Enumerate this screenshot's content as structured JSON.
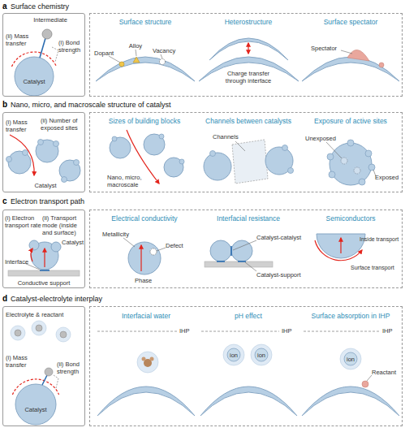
{
  "diagram": {
    "nodes": [
      {
        "text": [
          "Intermediate",
          "(ii) Mass transfer",
          "(i) Bond strength",
          "Catalyst"
        ]
      },
      {
        "text": [
          "Surface structure",
          "Heterostructure",
          "Surface spectator",
          "Dopant",
          "Alloy",
          "Vacancy",
          "Charge transfer through interface",
          "Spectator"
        ]
      },
      {
        "text": [
          "(i) Mass transfer",
          "(ii) Number of exposed sites",
          "Catalyst"
        ]
      },
      {
        "text": [
          "Sizes of building blocks",
          "Channels between catalysts",
          "Exposure of active sites",
          "Nano, micro, macroscale",
          "Channels",
          "Unexposed",
          "Exposed"
        ]
      },
      {
        "text": [
          "(i) Electron transport rate",
          "(ii) Transport mode (inside and surface)",
          "Catalyst",
          "Interface",
          "Conductive support"
        ]
      },
      {
        "text": [
          "Electrical conductivity",
          "Interfacial resistance",
          "Semiconductors",
          "Metallicity",
          "Defect",
          "Phase",
          "Catalyst-catalyst",
          "Catalyst-support",
          "Inside transport",
          "Surface transport"
        ]
      },
      {
        "text": [
          "Electrolyte & reactant",
          "(i) Mass transfer",
          "(ii) Bond strength",
          "Catalyst"
        ]
      },
      {
        "text": [
          "Interfacial water",
          "pH effect",
          "Surface absorption in IHP",
          "IHP",
          "IHP",
          "IHP",
          "ion",
          "ion",
          "ion",
          "Reactant"
        ]
      }
    ],
    "labels": [
      "a",
      "Surface chemistry",
      "b",
      "Nano, micro, and macroscale structure of catalyst",
      "c",
      "Electron transport path",
      "d",
      "Catalyst-electrolyte interplay"
    ]
  }
}
